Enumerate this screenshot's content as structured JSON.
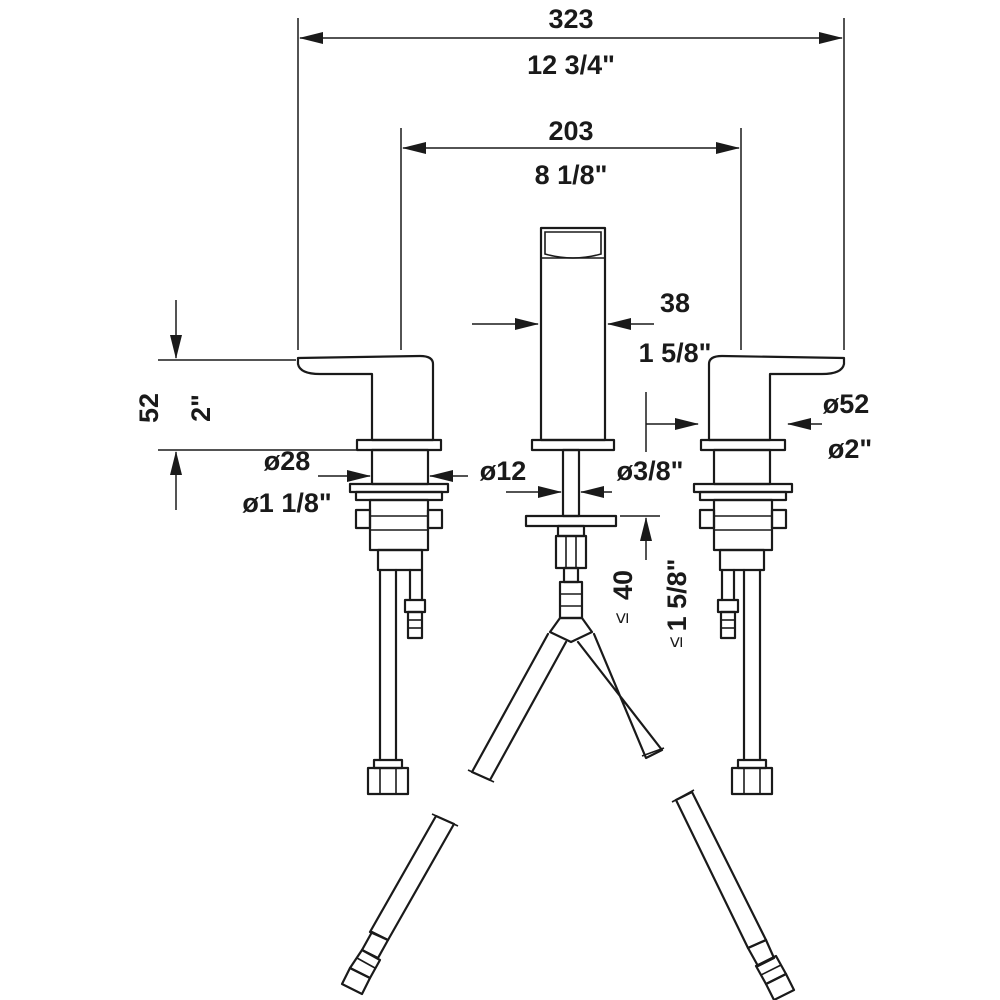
{
  "dimensions": {
    "overall_width_mm": "323",
    "overall_width_in": "12 3/4\"",
    "center_width_mm": "203",
    "center_width_in": "8 1/8\"",
    "spout_width_mm": "38",
    "spout_width_in": "1 5/8\"",
    "handle_height_mm": "52",
    "handle_height_in": "2\"",
    "handle_dia_mm": "ø52",
    "handle_dia_in": "ø2\"",
    "shank_dia_mm": "ø28",
    "shank_dia_in": "ø1 1/8\"",
    "spout_shank_dia_mm": "ø12",
    "spout_shank_dia_in": "ø3/8\"",
    "deck_thickness_mm": "40",
    "deck_thickness_in": "1 5/8\"",
    "deck_thickness_prefix": "≤"
  }
}
